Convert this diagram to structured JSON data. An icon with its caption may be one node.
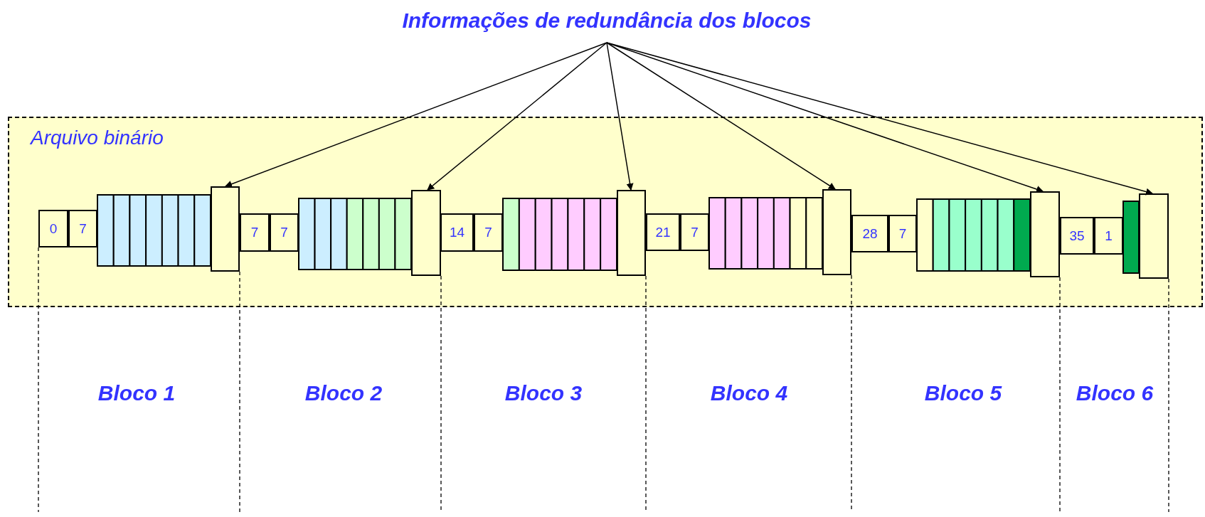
{
  "diagram": {
    "nodes": [
      {
        "text": [
          "Informações de redundância dos blocos"
        ]
      },
      {
        "text": [
          "Arquivo binário"
        ]
      },
      {
        "text": [
          "0"
        ],
        "in": 1
      },
      {
        "text": [
          "7"
        ],
        "in": 1
      },
      {
        "text": [],
        "shape": "box",
        "in": 1
      },
      {
        "text": [
          "7"
        ],
        "in": 1
      },
      {
        "text": [
          "7"
        ],
        "in": 1
      },
      {
        "text": [],
        "shape": "box",
        "in": 1
      },
      {
        "text": [
          "14"
        ],
        "in": 1
      },
      {
        "text": [
          "7"
        ],
        "in": 1
      },
      {
        "text": [],
        "shape": "box",
        "in": 1
      },
      {
        "text": [
          "21"
        ],
        "in": 1
      },
      {
        "text": [
          "7"
        ],
        "in": 1
      },
      {
        "text": [],
        "shape": "box",
        "in": 1
      },
      {
        "text": [
          "28"
        ],
        "in": 1
      },
      {
        "text": [
          "7"
        ],
        "in": 1
      },
      {
        "text": [],
        "shape": "box",
        "in": 1
      },
      {
        "text": [
          "35"
        ],
        "in": 1
      },
      {
        "text": [
          "1"
        ],
        "in": 1
      },
      {
        "text": [],
        "shape": "box",
        "in": 1
      }
    ],
    "edges": [
      {
        "from": 0,
        "to": 4,
        "arrow": "to"
      },
      {
        "from": 0,
        "to": 7,
        "arrow": "to"
      },
      {
        "from": 0,
        "to": 10,
        "arrow": "to"
      },
      {
        "from": 0,
        "to": 13,
        "arrow": "to"
      },
      {
        "from": 0,
        "to": 16,
        "arrow": "to"
      },
      {
        "from": 0,
        "to": 19,
        "arrow": "to"
      }
    ],
    "labels": [
      "Bloco 1",
      "Bloco 2",
      "Bloco 3",
      "Bloco 4",
      "Bloco 5",
      "Bloco 6"
    ]
  }
}
